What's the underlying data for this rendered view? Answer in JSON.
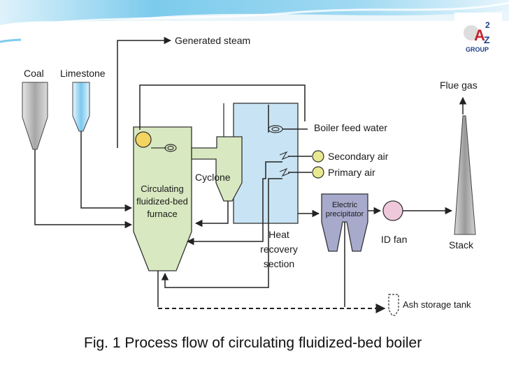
{
  "logo": {
    "mark": "A",
    "superscript": "2",
    "subscript": "Z",
    "group": "GROUP"
  },
  "labels": {
    "generated_steam": "Generated steam",
    "coal": "Coal",
    "limestone": "Limestone",
    "flue_gas": "Flue gas",
    "boiler_feed_water": "Boiler feed water",
    "secondary_air": "Secondary air",
    "primary_air": "Primary air",
    "cyclone": "Cyclone",
    "furnace_line1": "Circulating",
    "furnace_line2": "fluidized-bed",
    "furnace_line3": "furnace",
    "electric_line1": "Electric",
    "electric_line2": "precipitator",
    "heat_line1": "Heat",
    "heat_line2": "recovery",
    "heat_line3": "section",
    "id_fan": "ID fan",
    "stack": "Stack",
    "ash_storage_tank": "Ash storage tank"
  },
  "caption": "Fig. 1 Process flow of circulating fluidized-bed boiler",
  "colors": {
    "furnace_fill": "#d8e8c0",
    "heat_recovery_fill": "#c8e4f4",
    "precipitator_fill": "#a8aacc",
    "drum_fill": "#f4d460",
    "air_fill": "#e8e890",
    "fan_fill": "#f0c8dc",
    "header_band": "#56bde6"
  }
}
